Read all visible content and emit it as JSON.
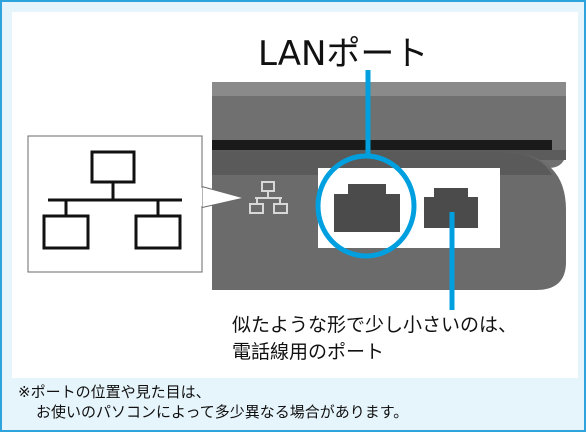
{
  "port_label": "LANポート",
  "phone_port_caption": [
    "似たような形で少し小さいのは、",
    "電話線用のポート"
  ],
  "note": [
    "※ポートの位置や見た目は、",
    "お使いのパソコンによって多少異なる場合があります。"
  ],
  "colors": {
    "frame_border": "#2ea3dc",
    "frame_fill": "#e6f4fb",
    "highlight": "#00a0e0",
    "chassis": "#6d6d6d",
    "chassis_dark": "#575757",
    "port_dark": "#4a4a4a"
  },
  "icons": [
    "network-icon",
    "lan-port-icon",
    "phone-port-icon"
  ]
}
